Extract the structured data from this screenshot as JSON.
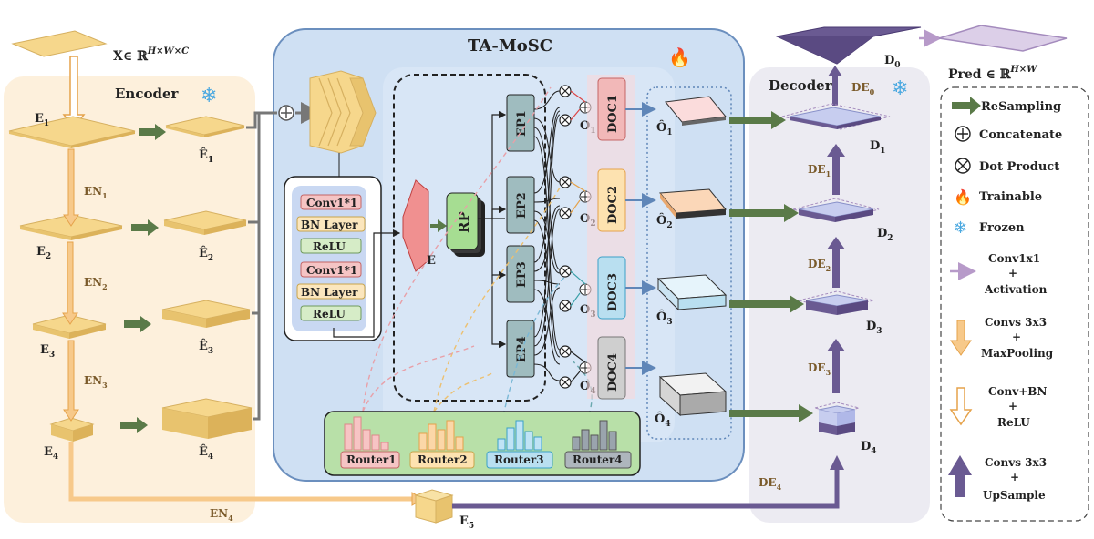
{
  "title": "TA-MoSC",
  "input": {
    "label": "X∈ ℝ",
    "superscript": "H×W×C"
  },
  "output": {
    "label": "Pred ∈ ℝ",
    "superscript": "H×W"
  },
  "encoder": {
    "title": "Encoder",
    "stages": [
      "E1",
      "E2",
      "E3",
      "E4"
    ],
    "stage_labels": [
      "E",
      "E",
      "E",
      "E"
    ],
    "stage_subs": [
      "1",
      "2",
      "3",
      "4"
    ],
    "hat_labels": [
      "Ê",
      "Ê",
      "Ê",
      "Ê"
    ],
    "flows": [
      "EN",
      "EN",
      "EN",
      "EN"
    ],
    "flow_subs": [
      "1",
      "2",
      "3",
      "4"
    ],
    "bottleneck": {
      "label": "E",
      "sub": "5"
    }
  },
  "decoder": {
    "title": "Decoder",
    "stages": [
      "D",
      "D",
      "D",
      "D",
      "D"
    ],
    "stage_subs": [
      "0",
      "1",
      "2",
      "3",
      "4"
    ],
    "flows": [
      "DE",
      "DE",
      "DE",
      "DE",
      "DE"
    ],
    "flow_subs": [
      "0",
      "1",
      "2",
      "3",
      "4"
    ]
  },
  "conv_block": {
    "layers": [
      "Conv1*1",
      "BN Layer",
      "ReLU",
      "Conv1*1",
      "BN Layer",
      "ReLU"
    ]
  },
  "moe": {
    "embed_label": "E",
    "rp_label": "RP",
    "experts": [
      "EP1",
      "EP2",
      "EP3",
      "EP4"
    ],
    "docs": [
      "DOC1",
      "DOC2",
      "DOC3",
      "DOC4"
    ],
    "outputs": [
      "O",
      "O",
      "O",
      "O"
    ],
    "output_subs": [
      "1",
      "2",
      "3",
      "4"
    ],
    "hat_outputs": [
      "Ô",
      "Ô",
      "Ô",
      "Ô"
    ],
    "routers": [
      "Router1",
      "Router2",
      "Router3",
      "Router4"
    ]
  },
  "legend": {
    "items": [
      {
        "icon": "green-arrow-icon",
        "label": "ReSampling"
      },
      {
        "icon": "concatenate-icon",
        "label": "Concatenate"
      },
      {
        "icon": "dot-product-icon",
        "label": "Dot Product"
      },
      {
        "icon": "flame-icon",
        "label": "Trainable"
      },
      {
        "icon": "snowflake-icon",
        "label": "Frozen"
      },
      {
        "icon": "thin-purple-arrow-icon",
        "label": "Conv1x1\n+\nActivation"
      },
      {
        "icon": "orange-down-arrow-icon",
        "label": "Convs 3x3\n+\nMaxPooling"
      },
      {
        "icon": "hollow-down-arrow-icon",
        "label": "Conv+BN\n+\nReLU"
      },
      {
        "icon": "purple-up-arrow-icon",
        "label": "Convs 3x3\n+\nUpSample"
      }
    ],
    "l1": "ReSampling",
    "l2": "Concatenate",
    "l3": "Dot Product",
    "l4": "Trainable",
    "l5": "Frozen",
    "l6a": "Conv1x1",
    "l6b": "+",
    "l6c": "Activation",
    "l7a": "Convs 3x3",
    "l7b": "+",
    "l7c": "MaxPooling",
    "l8a": "Conv+BN",
    "l8b": "+",
    "l8c": "ReLU",
    "l9a": "Convs 3x3",
    "l9b": "+",
    "l9c": "UpSample"
  },
  "colors": {
    "encoder_bg": "#fdf0dc",
    "tamosc_bg": "#cfe0f3",
    "decoder_bg": "#ecebf2",
    "gold": "#f6d78c",
    "purple": "#6a5a92",
    "green_arrow": "#5a7a48",
    "expert_fill": "#9fbcbf",
    "doc1": "#f2b8b8",
    "doc2": "#fde2b0",
    "doc3": "#b9dff0",
    "doc4": "#cfcfcf"
  }
}
